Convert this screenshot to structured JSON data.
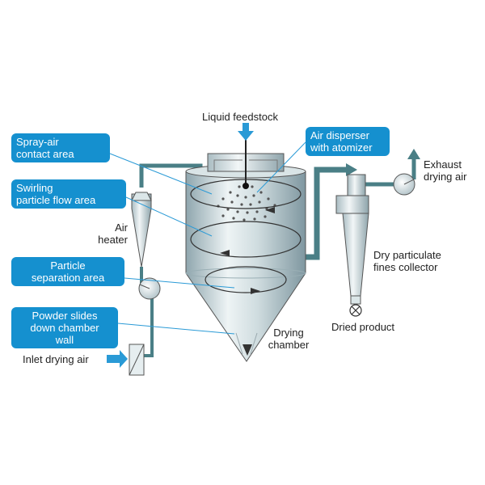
{
  "colors": {
    "callout_fill": "#1590cf",
    "callout_text": "#ffffff",
    "pipe": "#4a7f86",
    "vessel_light": "#e8f0f2",
    "vessel_dark": "#7f97a0",
    "arrow_blue": "#2a9ad6",
    "outline": "#555555"
  },
  "callouts": {
    "spray_air": {
      "line1": "Spray-air",
      "line2": "contact area"
    },
    "swirling": {
      "line1": "Swirling",
      "line2": "particle flow area"
    },
    "particle_sep": {
      "line1": "Particle",
      "line2": "separation area"
    },
    "powder_slides": {
      "line1": "Powder slides",
      "line2": "down chamber",
      "line3": "wall"
    },
    "air_disperser": {
      "line1": "Air disperser",
      "line2": "with atomizer"
    }
  },
  "labels": {
    "liquid_feedstock": "Liquid feedstock",
    "air_heater": {
      "line1": "Air",
      "line2": "heater"
    },
    "inlet_drying_air": "Inlet drying air",
    "drying_chamber": {
      "line1": "Drying",
      "line2": "chamber"
    },
    "exhaust": {
      "line1": "Exhaust",
      "line2": "drying air"
    },
    "fines_collector": {
      "line1": "Dry particulate",
      "line2": "fines collector"
    },
    "dried_product": "Dried product"
  }
}
